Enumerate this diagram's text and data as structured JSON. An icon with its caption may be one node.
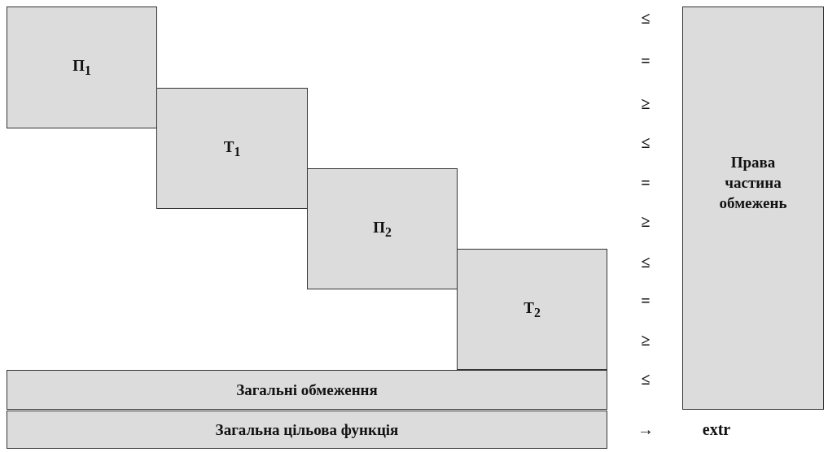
{
  "diagram": {
    "nodes": [
      {
        "text": [
          "П$_{1}$"
        ]
      },
      {
        "text": [
          "Т$_{1}$"
        ]
      },
      {
        "text": [
          "П$_{2}$"
        ]
      },
      {
        "text": [
          "Т$_{2}$"
        ]
      },
      {
        "text": [
          "Загальні обмеження"
        ]
      },
      {
        "text": [
          "Загальна цільова функція"
        ]
      },
      {
        "text": [
          "Права частина обмежень"
        ]
      }
    ],
    "labels": [
      "≤",
      "=",
      "≥",
      "≤",
      "=",
      "≥",
      "≤",
      "=",
      "≥",
      "≤",
      "→",
      "extr"
    ]
  }
}
